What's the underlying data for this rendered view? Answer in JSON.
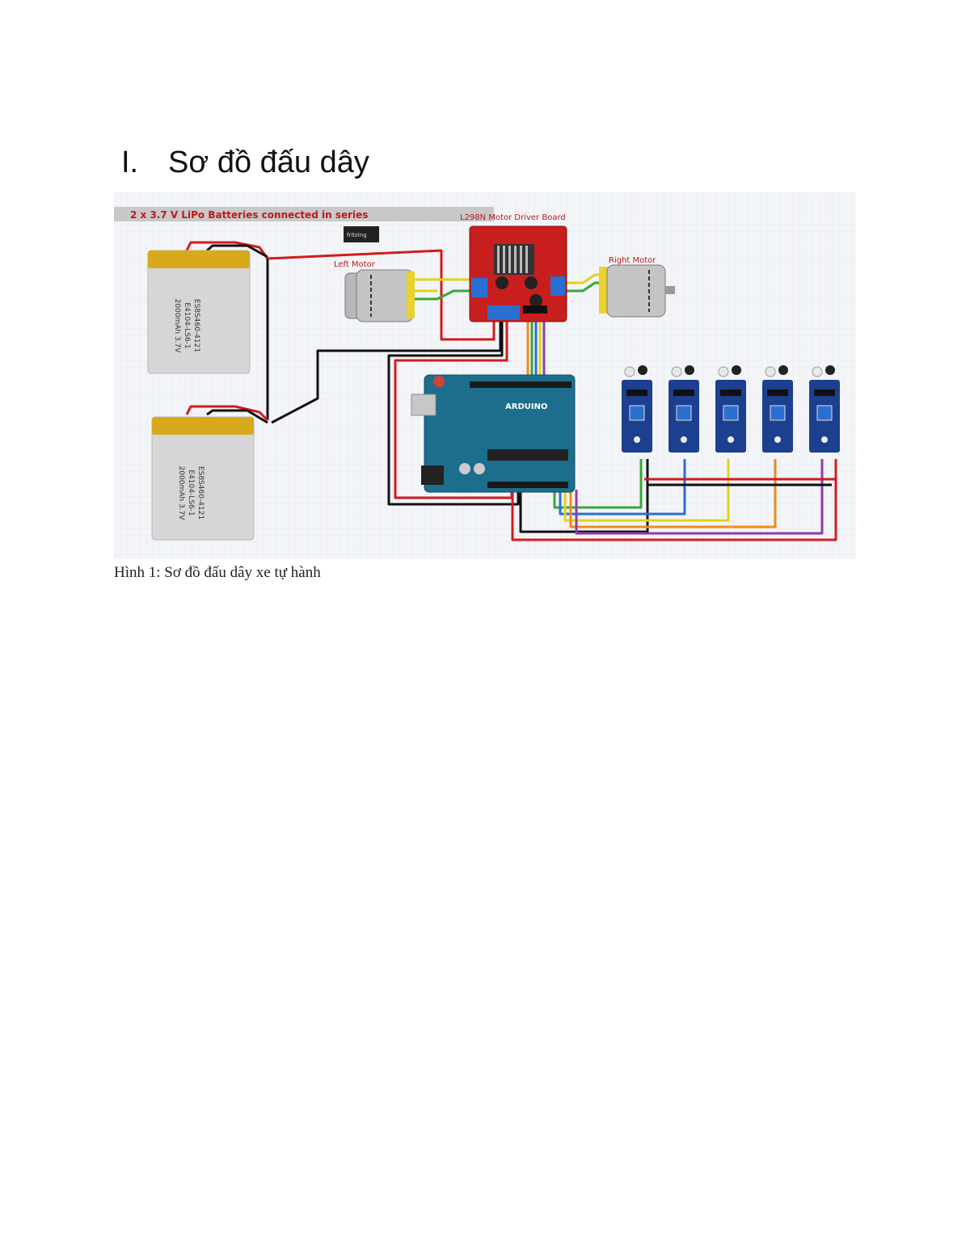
{
  "heading": {
    "number": "I.",
    "text": "Sơ đồ đấu dây"
  },
  "figure": {
    "banner": "2 x 3.7 V LiPo Batteries connected in series",
    "driver_label": "L298N Motor Driver Board",
    "left_motor_label": "Left Motor",
    "right_motor_label": "Right Motor",
    "breadboard_label": "fritzing",
    "battery1": {
      "line1": "ES8S460-4121",
      "line2": "E4104-LS6-1",
      "line3": "2000mAh 3.7V"
    },
    "battery2": {
      "line1": "ES8S460-4121",
      "line2": "E4104-LS6-1",
      "line3": "2000mAh 3.7V"
    },
    "arduino_label": "ARDUINO",
    "sensor_count": 5,
    "colors": {
      "grid_bg": "#f3f5f8",
      "battery_body": "#d6d6d6",
      "battery_cap": "#d9a91c",
      "driver_board": "#c81e1e",
      "arduino_board": "#1c6e8c",
      "sensor_board": "#1d3f8f",
      "wire_red": "#d01c1c",
      "wire_black": "#111111",
      "wire_green": "#3aa63a",
      "wire_yellow": "#e2d317",
      "wire_orange": "#f08a1c",
      "wire_blue": "#2d6ed6",
      "wire_purple": "#8e3da6"
    }
  },
  "caption": "Hình 1: Sơ đồ đấu dây xe tự hành"
}
